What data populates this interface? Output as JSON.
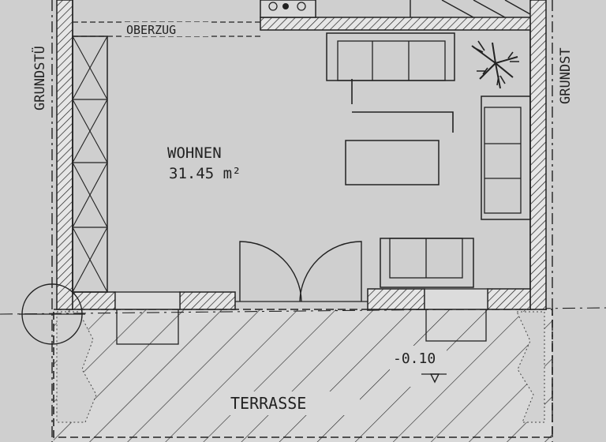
{
  "room": {
    "name": "WOHNEN",
    "area": "31.45 m²"
  },
  "beam_label": "OBERZUG",
  "terrace_label": "TERRASSE",
  "level_label": "-0.10",
  "property_line_left": "GRUNDSTÜ",
  "property_line_right": "GRUNDST",
  "colors": {
    "paper": "#cfcfcf",
    "ink": "#222222",
    "terrace": "#d9d9d9"
  },
  "icons": [
    "plant-icon",
    "stove-icon"
  ]
}
